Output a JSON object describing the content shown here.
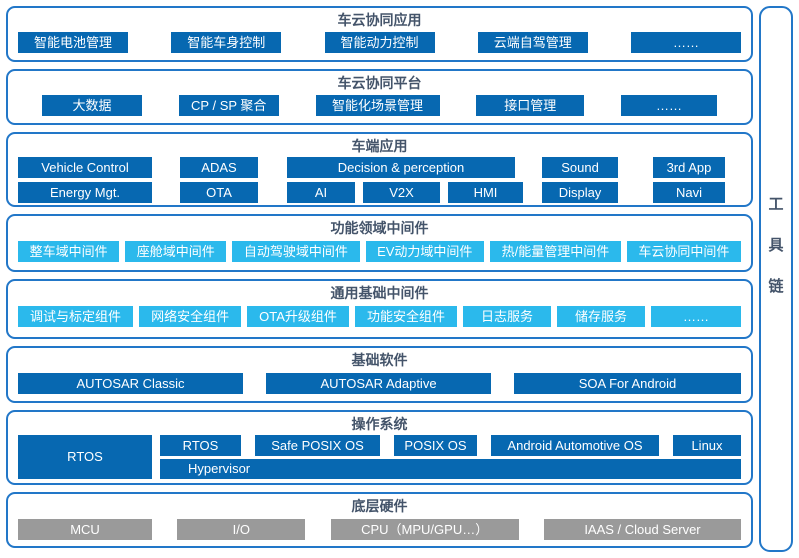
{
  "colors": {
    "dark_blue": "#0768b1",
    "cyan": "#2bb9ec",
    "gray": "#9a9a9a",
    "border_blue": "#2277c8",
    "title_text": "#44546a"
  },
  "toolchain": {
    "label": "工具链",
    "chars": [
      "工",
      "具",
      "链"
    ]
  },
  "layers": {
    "cloud_app": {
      "title": "车云协同应用",
      "items": [
        "智能电池管理",
        "智能车身控制",
        "智能动力控制",
        "云端自驾管理",
        "……"
      ]
    },
    "cloud_platform": {
      "title": "车云协同平台",
      "items": [
        "大数据",
        "CP / SP 聚合",
        "智能化场景管理",
        "接口管理",
        "……"
      ]
    },
    "vehicle_app": {
      "title": "车端应用",
      "row1": [
        "Vehicle Control",
        "ADAS",
        "Decision & perception",
        "Sound",
        "3rd App"
      ],
      "row2": [
        "Energy Mgt.",
        "OTA",
        "AI",
        "V2X",
        "HMI",
        "Display",
        "Navi"
      ]
    },
    "domain_middleware": {
      "title": "功能领域中间件",
      "items": [
        "整车域中间件",
        "座舱域中间件",
        "自动驾驶域中间件",
        "EV动力域中间件",
        "热/能量管理中间件",
        "车云协同中间件"
      ]
    },
    "common_middleware": {
      "title": "通用基础中间件",
      "items": [
        "调试与标定组件",
        "网络安全组件",
        "OTA升级组件",
        "功能安全组件",
        "日志服务",
        "储存服务",
        "……"
      ]
    },
    "base_software": {
      "title": "基础软件",
      "items": [
        "AUTOSAR Classic",
        "AUTOSAR Adaptive",
        "SOA For Android"
      ]
    },
    "os": {
      "title": "操作系统",
      "main": "RTOS",
      "row1": [
        "RTOS",
        "Safe POSIX OS",
        "POSIX OS",
        "Android Automotive OS",
        "Linux"
      ],
      "hypervisor": "Hypervisor"
    },
    "hardware": {
      "title": "底层硬件",
      "items": [
        "MCU",
        "I/O",
        "CPU（MPU/GPU…）",
        "IAAS / Cloud Server"
      ]
    }
  }
}
